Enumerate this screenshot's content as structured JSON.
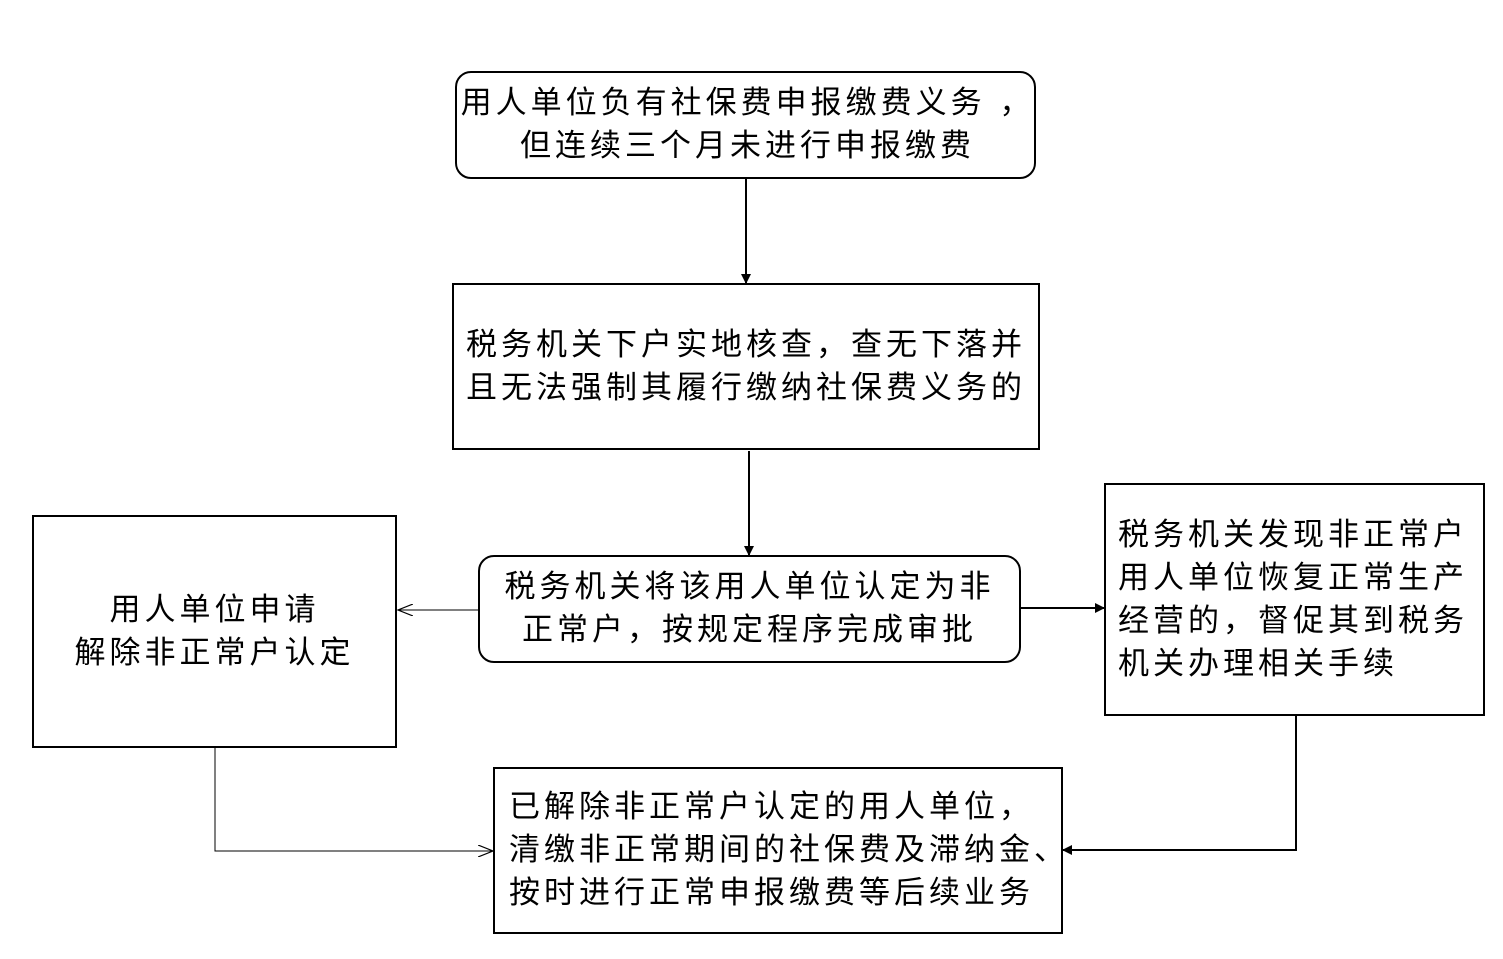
{
  "diagram": {
    "colors": {
      "stroke": "#000000",
      "background": "#ffffff"
    },
    "nodes": {
      "start": {
        "lines": [
          "用人单位负有社保费申报缴费义务 ，",
          "但连续三个月未进行申报缴费"
        ]
      },
      "inspection": {
        "lines": [
          "税务机关下户实地核查，查无下落并",
          "且无法强制其履行缴纳社保费义务的"
        ]
      },
      "designation": {
        "lines": [
          "税务机关将该用人单位认定为非",
          "正常户，按规定程序完成审批"
        ]
      },
      "apply_removal": {
        "lines": [
          "用人单位申请",
          "解除非正常户认定"
        ]
      },
      "resume_operations": {
        "lines": [
          "税务机关发现非正常户",
          "用人单位恢复正常生产",
          "经营的，督促其到税务",
          "机关办理相关手续"
        ]
      },
      "follow_up": {
        "lines": [
          "已解除非正常户认定的用人单位，",
          "清缴非正常期间的社保费及滞纳金、",
          "按时进行正常申报缴费等后续业务"
        ]
      }
    },
    "edges": [
      {
        "from": "start",
        "to": "inspection"
      },
      {
        "from": "inspection",
        "to": "designation"
      },
      {
        "from": "designation",
        "to": "apply_removal"
      },
      {
        "from": "designation",
        "to": "resume_operations"
      },
      {
        "from": "apply_removal",
        "to": "follow_up"
      },
      {
        "from": "resume_operations",
        "to": "follow_up"
      }
    ]
  }
}
